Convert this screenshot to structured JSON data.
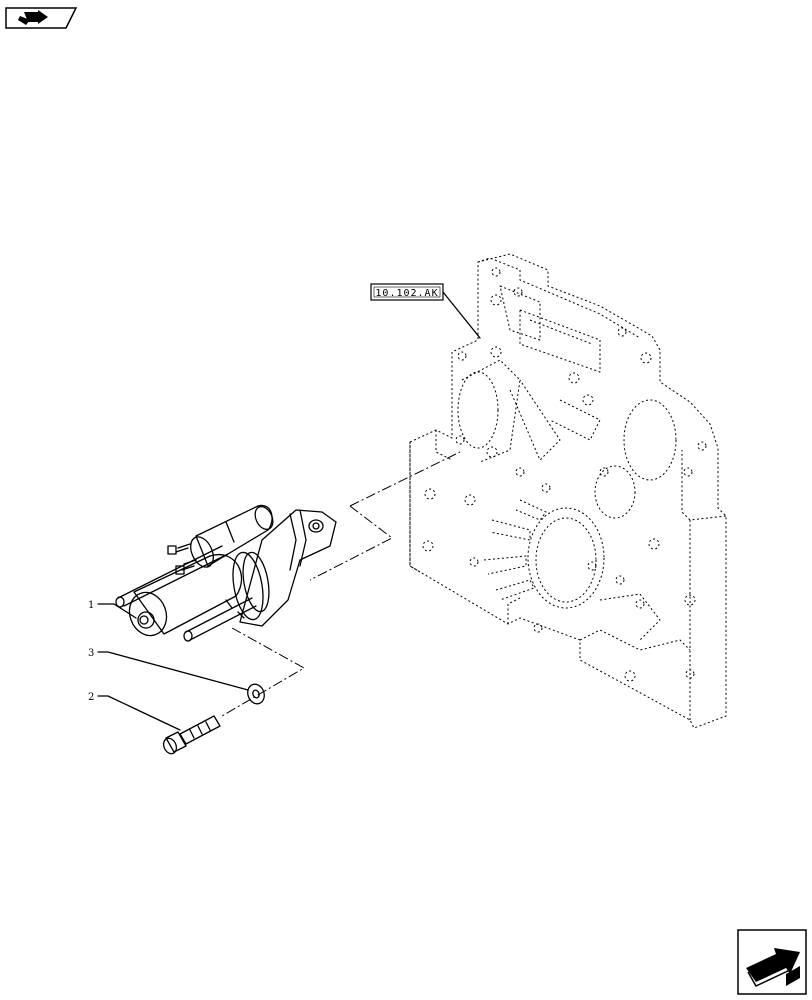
{
  "nav": {
    "top_icon": "back-arrow-icon",
    "bottom_icon": "next-arrow-icon"
  },
  "reference": {
    "code": "10.102.AK"
  },
  "callouts": [
    {
      "number": "1",
      "part": "starter-motor"
    },
    {
      "number": "3",
      "part": "washer"
    },
    {
      "number": "2",
      "part": "bolt"
    }
  ]
}
